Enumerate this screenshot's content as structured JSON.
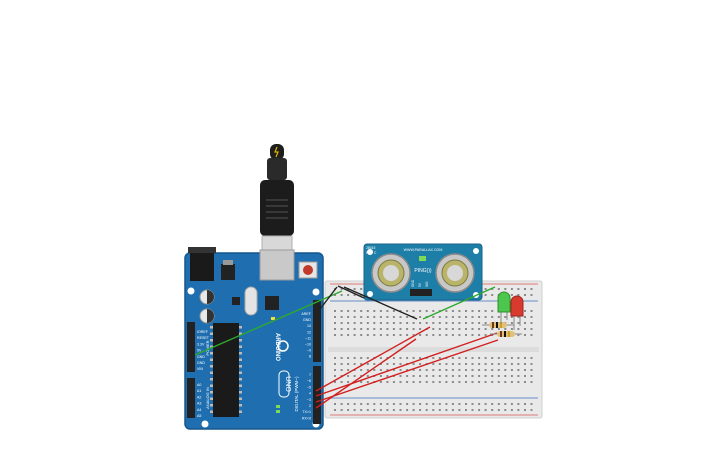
{
  "arduino": {
    "brand": "ARDUINO",
    "model": "UNO",
    "power_header_labels": [
      "IOREF",
      "RESET",
      "3.3V",
      "5V",
      "GND",
      "GND",
      "VIN"
    ],
    "power_header_title": "POWER",
    "analog_header_labels": [
      "A0",
      "A1",
      "A2",
      "A3",
      "A4",
      "A5"
    ],
    "analog_header_title": "ANALOG IN",
    "digital_top_labels": [
      "AREF",
      "GND",
      "13",
      "12",
      "~11",
      "~10",
      "~9",
      "8"
    ],
    "digital_bottom_labels": [
      "7",
      "~6",
      "~5",
      "4",
      "~3",
      "2",
      "TX>1",
      "RX<0"
    ],
    "digital_header_title": "DIGITAL (PWM~)",
    "small_labels": [
      "TX",
      "RX",
      "L"
    ],
    "color_pcb": "#1f6fb0",
    "color_pcb_dark": "#17578c"
  },
  "sensor": {
    "brand_line": "WWW.PARALLAX.COM",
    "model": "PING)))",
    "small_left": "28015",
    "small_left_rev": "REV C",
    "pin_labels": [
      "GND",
      "5V",
      "SIG"
    ],
    "color_board": "#1d7ea8"
  },
  "breadboard": {
    "color_body": "#e9e9e9",
    "color_rail_plus": "#d9534f",
    "color_rail_minus": "#3b6fc0"
  },
  "leds": [
    {
      "name": "green-led",
      "color": "#4cc64c"
    },
    {
      "name": "red-led",
      "color": "#d83a2e"
    }
  ],
  "wires": {
    "color_green": "#2ea82e",
    "color_red": "#d11f1f",
    "color_black": "#222222"
  },
  "usb": {
    "icon": "usb-plug-icon",
    "tip_icon": "lightning-icon"
  }
}
